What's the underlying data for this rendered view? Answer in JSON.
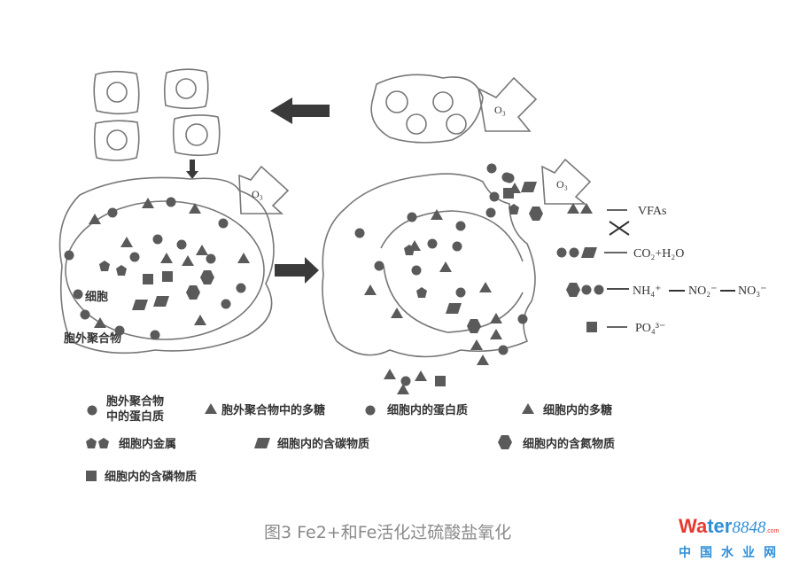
{
  "diagram": {
    "o3_label": "O₃",
    "cell_labels": {
      "cell": "细胞",
      "eps": "胞外聚合物"
    },
    "products": {
      "vfas": "VFAs",
      "co2": "CO₂+H₂O",
      "nh4": "NH₄⁺",
      "no2": "NO₂⁻",
      "no3": "NO₃⁻",
      "po4": "PO₄³⁻"
    },
    "legend": [
      {
        "label_line1": "胞外聚合物",
        "label_line2": "中的蛋白质",
        "shape": "circle"
      },
      {
        "label": "胞外聚合物中的多糖",
        "shape": "triangle"
      },
      {
        "label": "细胞内的蛋白质",
        "shape": "circle"
      },
      {
        "label": "细胞内的多糖",
        "shape": "triangle"
      },
      {
        "label": "细胞内金属",
        "shape": "pentagon"
      },
      {
        "label": "细胞内的含碳物质",
        "shape": "parallelogram"
      },
      {
        "label": "细胞内的含氮物质",
        "shape": "hexagon"
      },
      {
        "label": "细胞内的含磷物质",
        "shape": "square"
      }
    ]
  },
  "caption": "图3 Fe2+和Fe活化过硫酸盐氧化",
  "logo": {
    "part1": "Wa",
    "part2": "ter",
    "part3": "8848",
    "part4": ".com",
    "cn": "中国水业网"
  },
  "colors": {
    "shape": "#5a5a5a",
    "logo_red": "#e63a2e",
    "logo_blue": "#2f8fd8"
  }
}
